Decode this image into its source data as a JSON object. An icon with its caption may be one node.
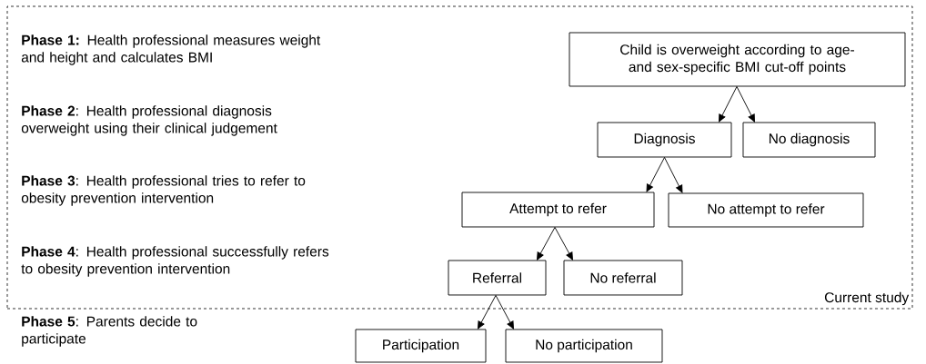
{
  "diagram": {
    "nodes": [
      {
        "text": [
          "Current study"
        ]
      },
      {
        "text": [
          "Child is overweight according to age- and sex-specific BMI cut-off points"
        ],
        "in": 0
      },
      {
        "text": [
          "Diagnosis"
        ],
        "in": 0
      },
      {
        "text": [
          "No diagnosis"
        ],
        "in": 0
      },
      {
        "text": [
          "Attempt to refer"
        ],
        "in": 0
      },
      {
        "text": [
          "No attempt to refer"
        ],
        "in": 0
      },
      {
        "text": [
          "Referral"
        ],
        "in": 0
      },
      {
        "text": [
          "No referral"
        ],
        "in": 0
      },
      {
        "text": [
          "Participation"
        ]
      },
      {
        "text": [
          "No participation"
        ]
      }
    ],
    "edges": [
      {
        "from": 1,
        "to": 2,
        "arrow": "to"
      },
      {
        "from": 1,
        "to": 3,
        "arrow": "to"
      },
      {
        "from": 2,
        "to": 4,
        "arrow": "to"
      },
      {
        "from": 2,
        "to": 5,
        "arrow": "to"
      },
      {
        "from": 4,
        "to": 6,
        "arrow": "to"
      },
      {
        "from": 4,
        "to": 7,
        "arrow": "to"
      },
      {
        "from": 6,
        "to": 8,
        "arrow": "to"
      },
      {
        "from": 6,
        "to": 9,
        "arrow": "to"
      }
    ],
    "labels": [
      "**Phase 1:** Health professional measures weight and height and calculates BMI",
      "**Phase 2**: Health professional diagnosis overweight using their clinical judgement",
      "**Phase 3**: Health professional tries to refer to obesity prevention intervention",
      "**Phase 4**: Health professional successfully refers to obesity prevention intervention",
      "**Phase 5**: Parents decide to participate"
    ]
  }
}
